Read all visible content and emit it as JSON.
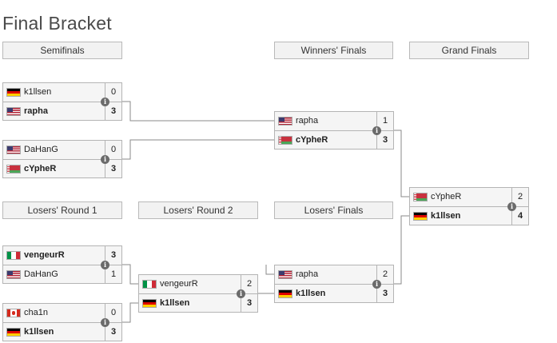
{
  "title": "Final Bracket",
  "headers": {
    "semifinals": "Semifinals",
    "winners_finals": "Winners' Finals",
    "grand_finals": "Grand Finals",
    "losers_r1": "Losers' Round 1",
    "losers_r2": "Losers' Round 2",
    "losers_finals": "Losers' Finals"
  },
  "info_glyph": "i",
  "matches": {
    "sf1": {
      "p1": {
        "name": "k1llsen",
        "flag": "de",
        "score": "0"
      },
      "p2": {
        "name": "rapha",
        "flag": "us",
        "score": "3"
      },
      "winner": 2
    },
    "sf2": {
      "p1": {
        "name": "DaHanG",
        "flag": "us",
        "score": "0"
      },
      "p2": {
        "name": "cYpheR",
        "flag": "by",
        "score": "3"
      },
      "winner": 2
    },
    "wf": {
      "p1": {
        "name": "rapha",
        "flag": "us",
        "score": "1"
      },
      "p2": {
        "name": "cYpheR",
        "flag": "by",
        "score": "3"
      },
      "winner": 2
    },
    "gf": {
      "p1": {
        "name": "cYpheR",
        "flag": "by",
        "score": "2"
      },
      "p2": {
        "name": "k1llsen",
        "flag": "de",
        "score": "4"
      },
      "winner": 2
    },
    "lr1a": {
      "p1": {
        "name": "vengeurR",
        "flag": "it",
        "score": "3"
      },
      "p2": {
        "name": "DaHanG",
        "flag": "us",
        "score": "1"
      },
      "winner": 1
    },
    "lr1b": {
      "p1": {
        "name": "cha1n",
        "flag": "ca",
        "score": "0"
      },
      "p2": {
        "name": "k1llsen",
        "flag": "de",
        "score": "3"
      },
      "winner": 2
    },
    "lr2": {
      "p1": {
        "name": "vengeurR",
        "flag": "it",
        "score": "2"
      },
      "p2": {
        "name": "k1llsen",
        "flag": "de",
        "score": "3"
      },
      "winner": 2
    },
    "lf": {
      "p1": {
        "name": "rapha",
        "flag": "us",
        "score": "2"
      },
      "p2": {
        "name": "k1llsen",
        "flag": "de",
        "score": "3"
      },
      "winner": 2
    }
  },
  "colors": {
    "header_bg": "#f2f2f2",
    "match_bg": "#f5f5f5",
    "border": "#b4b4b4",
    "connector": "#8a8a8a",
    "info_icon": "#6b6b6b"
  }
}
